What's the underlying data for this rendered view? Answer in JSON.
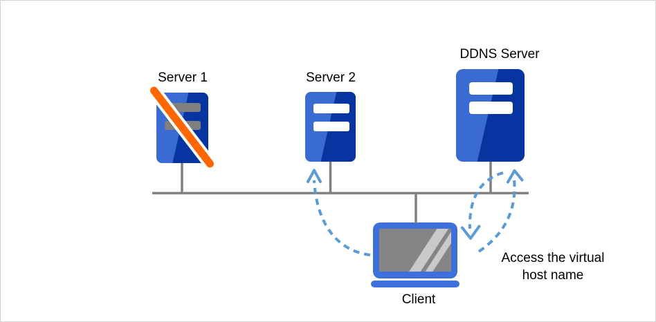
{
  "colors": {
    "server-light": "#3A6BD2",
    "server-dark": "#0634A0",
    "laptop-blue": "#3E70DB",
    "screen-gray": "#858585",
    "screen-stripe": "#C9C9C9",
    "offline-bar-gray": "#7F7F7F",
    "network-gray": "#808080",
    "arrow-blue": "#5B9BD5",
    "offline-orange": "#FF6600",
    "canvas-border": "#D2D2D2"
  },
  "nodes": {
    "server1": {
      "label": "Server 1",
      "status": "offline",
      "icon": "server-icon"
    },
    "server2": {
      "label": "Server 2",
      "status": "online",
      "icon": "server-icon"
    },
    "ddns": {
      "label": "DDNS Server",
      "status": "online",
      "icon": "server-icon"
    },
    "client": {
      "label": "Client",
      "icon": "laptop-icon"
    }
  },
  "annotation": {
    "line1": "Access the virtual",
    "line2": "host name"
  },
  "connections": [
    {
      "from": "client",
      "to": "server2",
      "style": "dashed-arrow"
    },
    {
      "from": "client",
      "to": "ddns",
      "style": "dashed-cycle"
    }
  ]
}
